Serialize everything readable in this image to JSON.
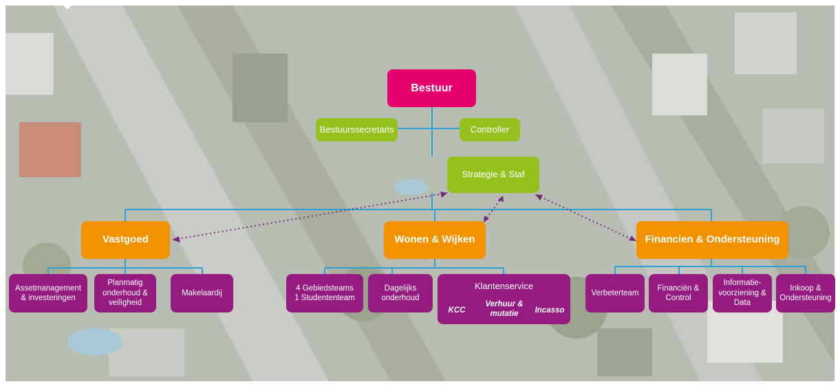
{
  "top": {
    "title": "Bestuur"
  },
  "staff": {
    "left": "Bestuurssecretaris",
    "right": "Controller",
    "strategy": "Strategie & Staf"
  },
  "divisions": {
    "vastgoed": {
      "title": "Vastgoed",
      "units": [
        "Assetmanagement\n& investeringen",
        "Planmatig\nonderhoud &\nveiligheid",
        "Makelaardij"
      ]
    },
    "wonen": {
      "title": "Wonen & Wijken",
      "units": [
        "4 Gebiedsteams\n1 Studententeam",
        "Dagelijks\nonderhoud"
      ],
      "klantenservice": {
        "title": "Klantenservice",
        "subs": [
          "KCC",
          "Verhuur &\nmutatie",
          "Incasso"
        ]
      }
    },
    "financien": {
      "title": "Financien & Ondersteuning",
      "units": [
        "Verbeterteam",
        "Financiën &\nControl",
        "Informatie-\nvoorziening &\nData",
        "Inkoop &\nOndersteuning"
      ]
    }
  },
  "colors": {
    "bestuur": "#e5006d",
    "staff": "#95c11f",
    "division": "#f39200",
    "unit": "#951b81",
    "connector": "#2f9fd8",
    "dotted": "#7a2a7a"
  }
}
